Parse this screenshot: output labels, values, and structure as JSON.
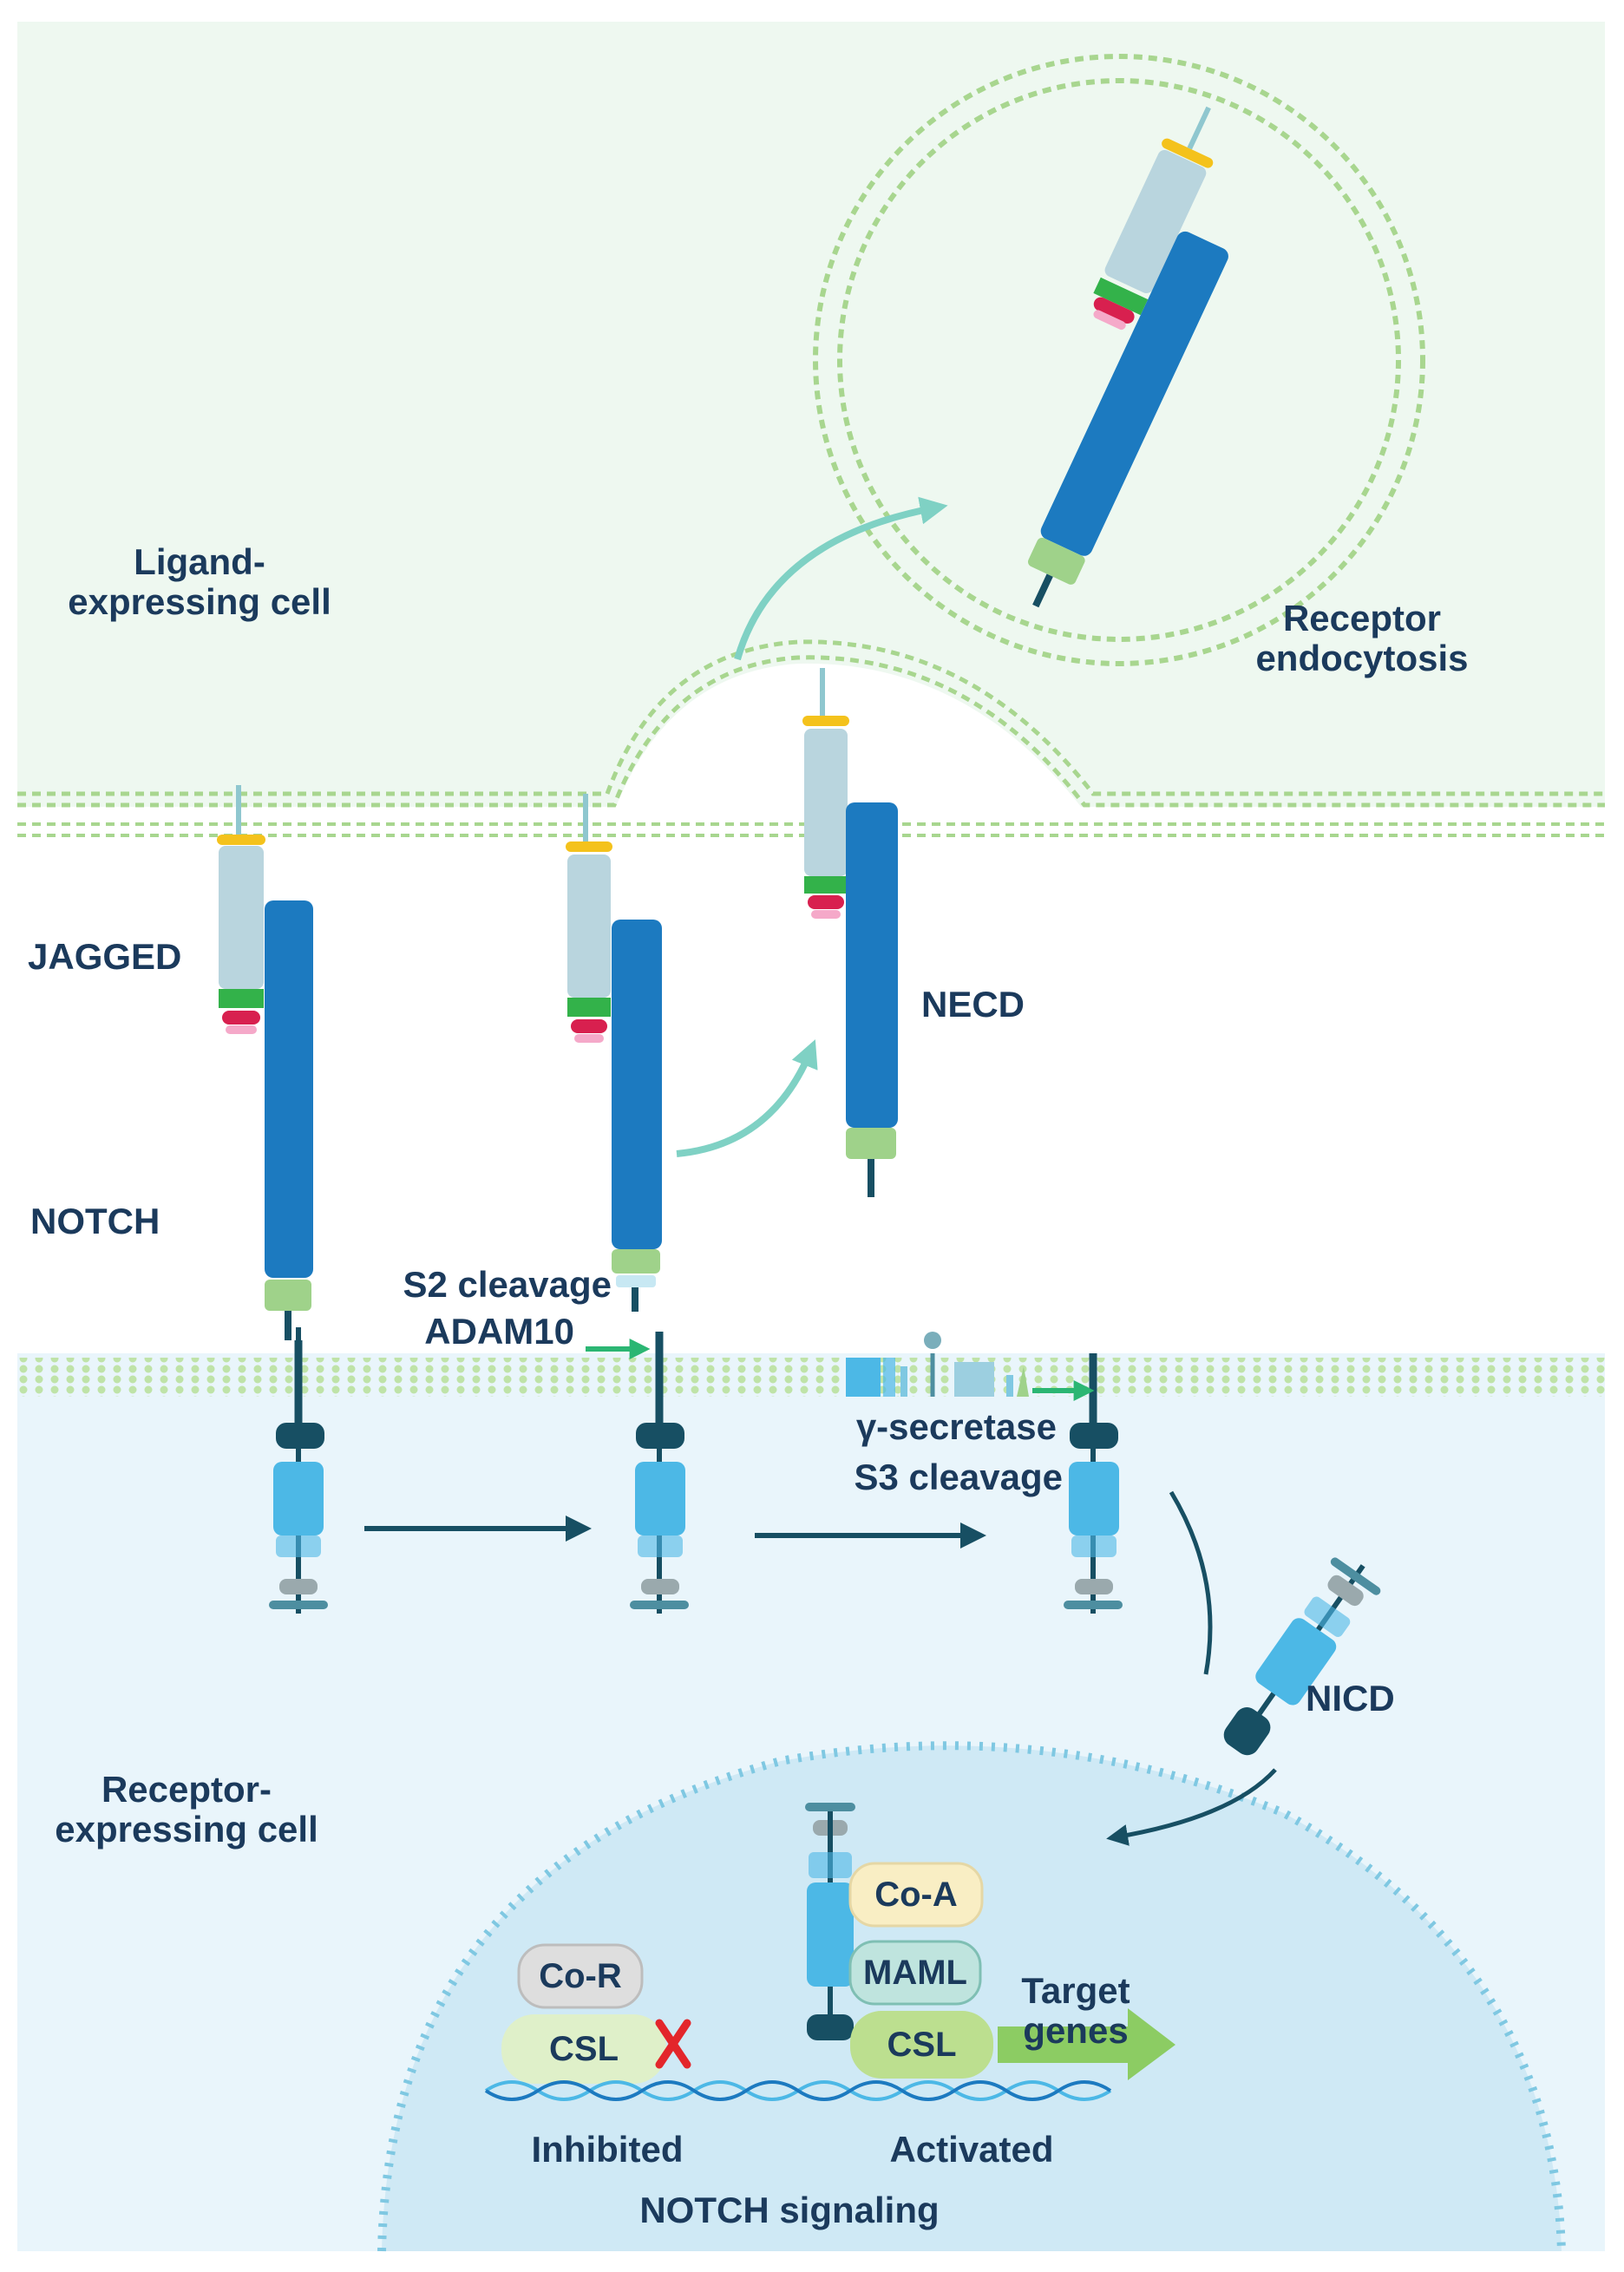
{
  "labels": {
    "ligand_cell": [
      "Ligand-",
      "expressing cell"
    ],
    "receptor_endocytosis": [
      "Receptor",
      "endocytosis"
    ],
    "jagged": "JAGGED",
    "necd": "NECD",
    "notch": "NOTCH",
    "s2_cleavage": "S2 cleavage",
    "adam10": "ADAM10",
    "gamma_secretase": "γ-secretase",
    "s3_cleavage": "S3 cleavage",
    "nicd": "NICD",
    "receptor_cell": [
      "Receptor-",
      "expressing cell"
    ],
    "co_r": "Co-R",
    "csl_inhibited": "CSL",
    "co_a": "Co-A",
    "maml": "MAML",
    "csl_activated": "CSL",
    "target_genes": [
      "Target",
      "genes"
    ],
    "inhibited": "Inhibited",
    "activated": "Activated",
    "notch_signaling": "NOTCH signaling"
  },
  "colors": {
    "ligand_cell_bg": "#eef8f0",
    "receptor_cell_bg": "#e9f5fb",
    "nucleus_bg": "#cfe9f5",
    "membrane": "#9fd28a",
    "notch_blue": "#1c7ac0",
    "jagged_light": "#b9d5de",
    "intracellular": "#4cb8e6",
    "dark_teal": "#174f63",
    "arrow_teal": "#7fd1c4",
    "arrow_green": "#2bb673",
    "text": "#1b3a5c",
    "inhibit_x": "#e3262b"
  },
  "icons": [
    "inhibit-x-icon",
    "dna-helix-icon",
    "arrow-icon"
  ]
}
